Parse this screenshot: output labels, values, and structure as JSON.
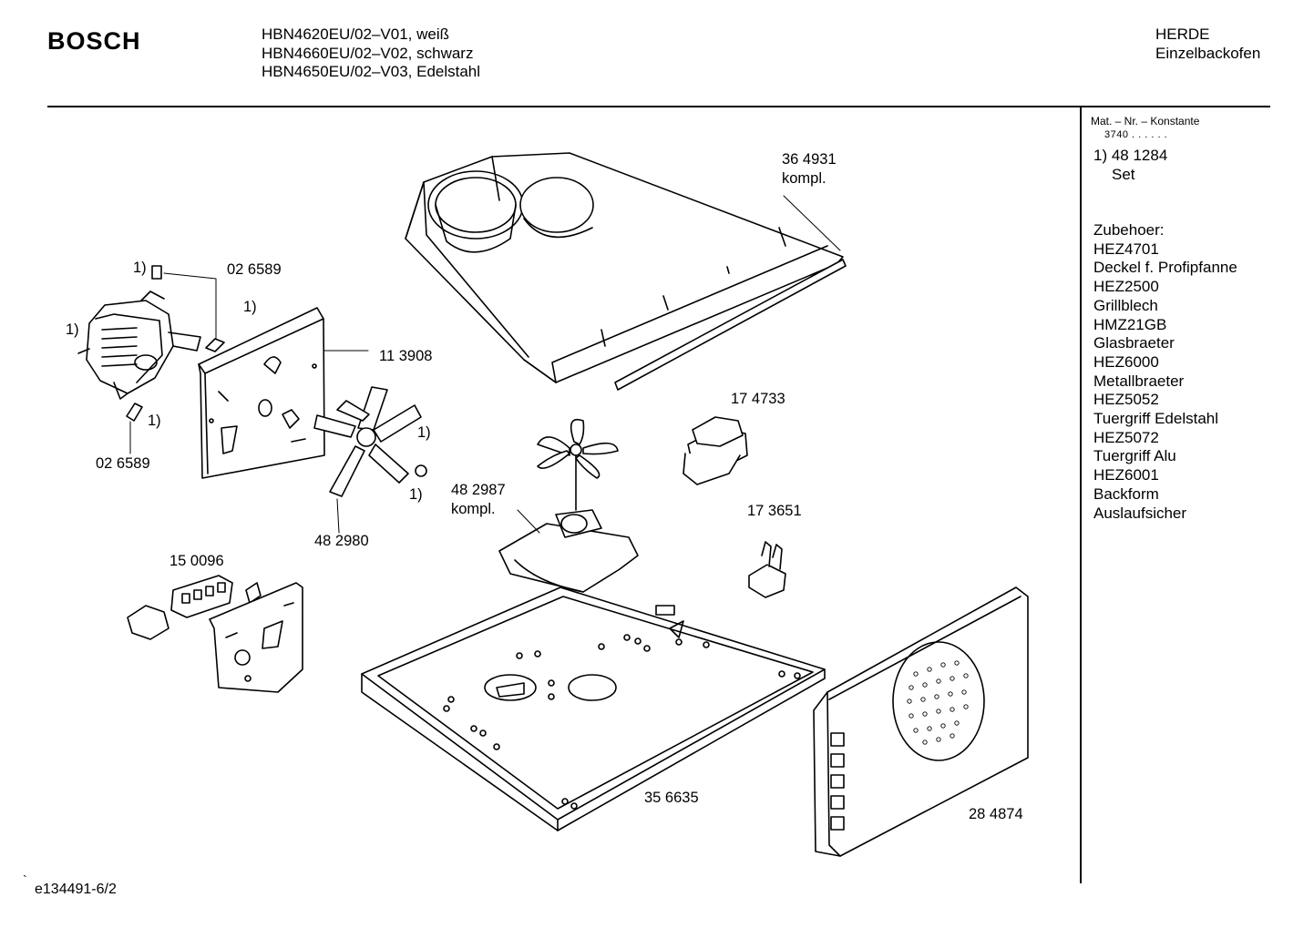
{
  "header": {
    "brand": "BOSCH",
    "models": [
      "HBN4620EU/02–V01, weiß",
      "HBN4660EU/02–V02, schwarz",
      "HBN4650EU/02–V03, Edelstahl"
    ],
    "category_line1": "HERDE",
    "category_line2": "Einzelbackofen"
  },
  "sidebar": {
    "mat_header": "Mat. – Nr. – Konstante",
    "mat_value": "3740  .  .    .  .  .  .",
    "note_number": "1) 48 1284",
    "note_text": "Set",
    "accessories": [
      "Zubehoer:",
      "HEZ4701",
      "Deckel f. Profipfanne",
      "HEZ2500",
      "Grillblech",
      "HMZ21GB",
      "Glasbraeter",
      "HEZ6000",
      "Metallbraeter",
      "HEZ5052",
      "Tuergriff Edelstahl",
      "HEZ5072",
      "Tuergriff Alu",
      "HEZ6001",
      "Backform",
      "Auslaufsicher"
    ]
  },
  "parts": {
    "p364931": "36 4931",
    "p364931_sub": "kompl.",
    "p026589_top": "02 6589",
    "p026589_bottom": "02 6589",
    "p113908": "11 3908",
    "p174733": "17 4733",
    "p482987": "48 2987",
    "p482987_sub": "kompl.",
    "p482980": "48 2980",
    "p173651": "17 3651",
    "p150096": "15 0096",
    "p356635": "35 6635",
    "p284874": "28 4874",
    "note_marker": "1)"
  },
  "footer": {
    "drawing_id": "e134491-6/2",
    "tick": "`"
  }
}
